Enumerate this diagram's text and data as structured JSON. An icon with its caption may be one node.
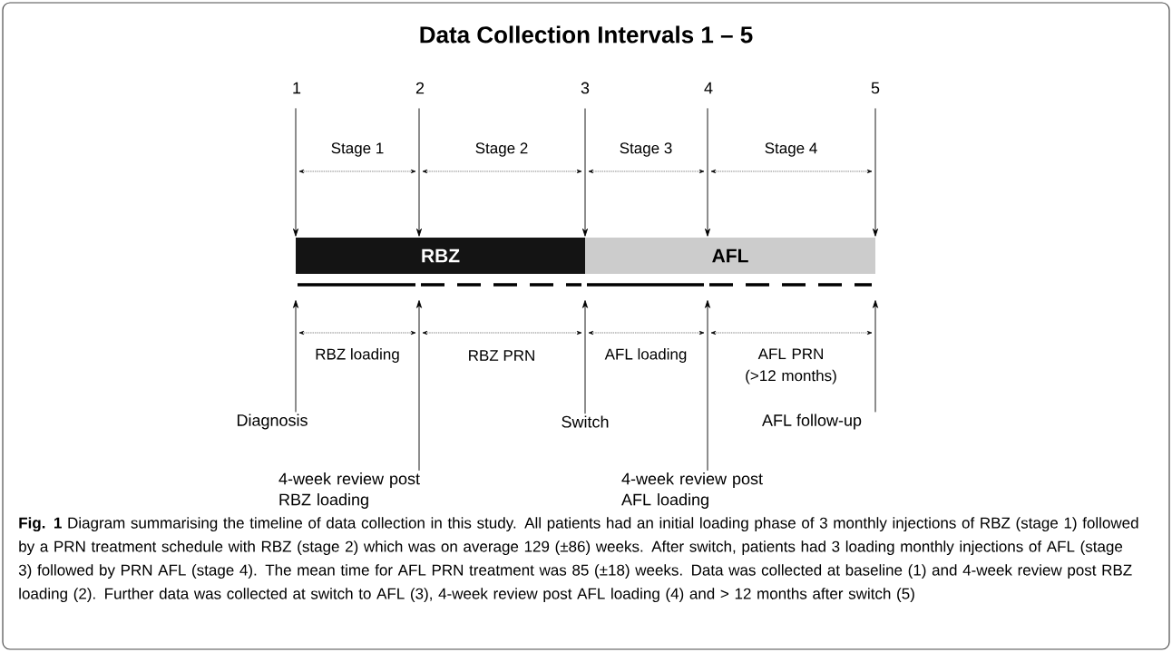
{
  "diagram": {
    "title": "Data Collection Intervals 1 – 5",
    "caption": "**Fig. 1** Diagram summarising the timeline of data collection in this study. All patients had an initial loading phase of 3 monthly injections of RBZ (stage 1) followed by a PRN treatment schedule with RBZ (stage 2) which was on average 129 (±86) weeks. After switch, patients had 3 loading monthly injections of AFL (stage 3) followed by PRN AFL (stage 4). The mean time for AFL PRN treatment was 85 (±18) weeks. Data was collected at baseline (1) and 4-week review post RBZ loading (2). Further data was collected at switch to AFL (3), 4-week review post AFL loading (4) and > 12 months after switch (5)",
    "nodes": [
      {
        "text": [
          "RBZ"
        ]
      },
      {
        "text": [
          "AFL"
        ]
      },
      {
        "text": [
          "1"
        ]
      },
      {
        "text": [
          "2"
        ]
      },
      {
        "text": [
          "3"
        ]
      },
      {
        "text": [
          "4"
        ]
      },
      {
        "text": [
          "5"
        ]
      },
      {
        "text": [
          "Diagnosis"
        ]
      },
      {
        "text": [
          "4-week review post RBZ loading"
        ]
      },
      {
        "text": [
          "Switch"
        ]
      },
      {
        "text": [
          "4-week review post AFL loading"
        ]
      },
      {
        "text": [
          "AFL follow-up"
        ]
      }
    ],
    "edges": [
      {
        "from": 2,
        "to": 0,
        "arrow": "to"
      },
      {
        "from": 3,
        "to": 0,
        "arrow": "to"
      },
      {
        "from": 4,
        "to": 0,
        "arrow": "to"
      },
      {
        "from": 5,
        "to": 1,
        "arrow": "to"
      },
      {
        "from": 6,
        "to": 1,
        "arrow": "to"
      },
      {
        "from": 7,
        "to": null,
        "arrow": "to"
      },
      {
        "from": 8,
        "to": null,
        "arrow": "to"
      },
      {
        "from": 9,
        "to": null,
        "arrow": "to"
      },
      {
        "from": 10,
        "to": null,
        "arrow": "to"
      },
      {
        "from": 11,
        "to": null,
        "arrow": "to"
      }
    ],
    "labels": [
      "Stage 1",
      "Stage 2",
      "Stage 3",
      "Stage 4",
      "RBZ loading",
      "RBZ PRN",
      "AFL loading",
      "AFL PRN (>12 months)"
    ]
  }
}
